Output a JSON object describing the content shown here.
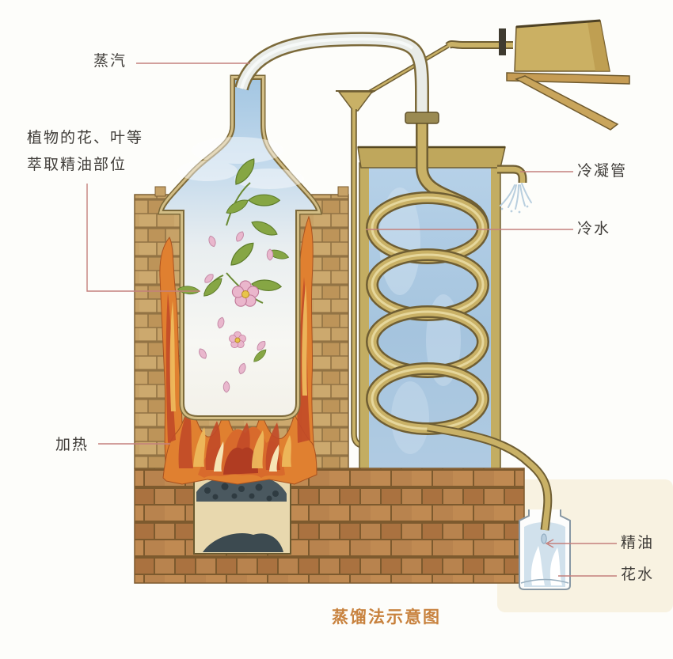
{
  "diagram": {
    "title": "蒸馏法示意图",
    "labels": {
      "steam": "蒸汽",
      "plant_material_line1": "植物的花、叶等",
      "plant_material_line2": "萃取精油部位",
      "heating": "加热",
      "condenser_tube": "冷凝管",
      "cold_water": "冷水",
      "essential_oil": "精油",
      "floral_water": "花水"
    },
    "colors": {
      "label_text": "#3f3c38",
      "leader_line": "#c4807c",
      "title_text": "#c8823e",
      "brick_upper": "#c7a267",
      "brick_base": "#b8834e",
      "flame_orange": "#e08030",
      "flame_red": "#c24a28",
      "flame_yellow": "#eeb95c",
      "cooling_water": "#aac9e2",
      "pipe_tan": "#c9b166",
      "pipe_outline": "#6f5e33",
      "flask_vapor_blue": "#a3c6e2",
      "leaf_green": "#86a644",
      "flower_pink": "#e9b7cd"
    }
  }
}
